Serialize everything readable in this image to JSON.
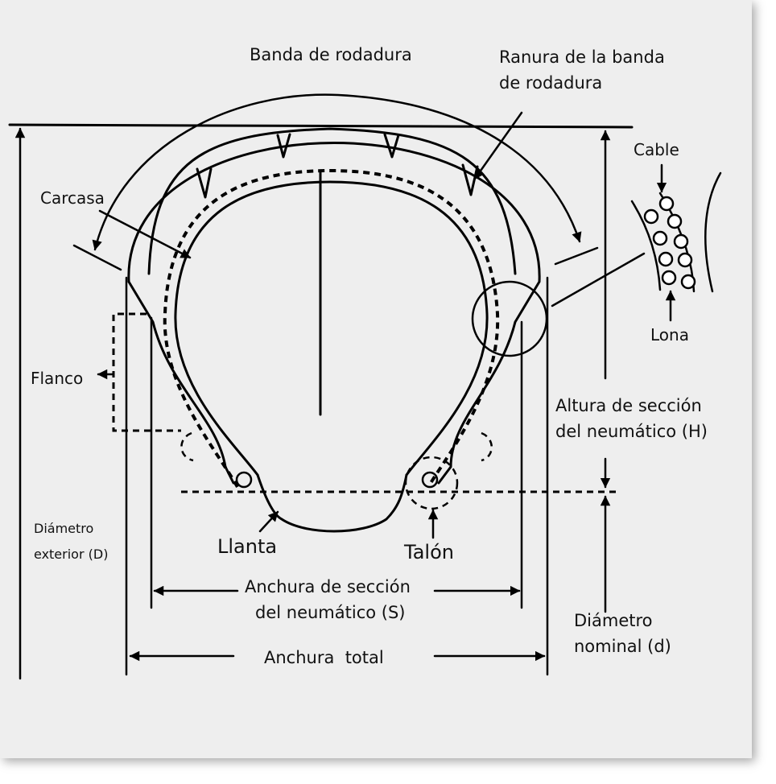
{
  "labels": {
    "tread": "Banda de rodadura",
    "groove_line1": "Ranura de la banda",
    "groove_line2": "de rodadura",
    "carcass": "Carcasa",
    "cable": "Cable",
    "ply": "Lona",
    "sidewall": "Flanco",
    "section_height_line1": "Altura de sección",
    "section_height_line2": "del neumático (H)",
    "outer_diameter_line1": "Diámetro",
    "outer_diameter_line2": "exterior (D)",
    "rim": "Llanta",
    "bead": "Talón",
    "section_width_line1": "Anchura de sección",
    "section_width_line2": "del neumático (S)",
    "nominal_diameter_line1": "Diámetro",
    "nominal_diameter_line2": "nominal (d)",
    "overall_width": "Anchura  total"
  }
}
